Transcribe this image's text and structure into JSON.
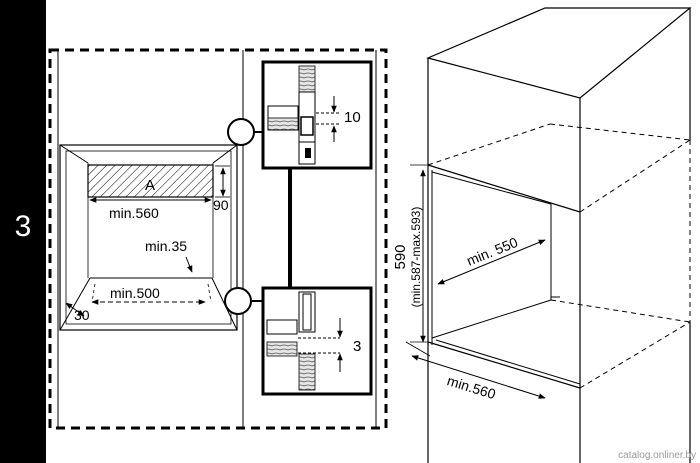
{
  "step": {
    "number": "3"
  },
  "left_view": {
    "cutout_label": "A",
    "width_label": "min.560",
    "height_label": "90",
    "depth_label": "min.35",
    "bottom_label": "min.500",
    "side_label": "30"
  },
  "detail_top": {
    "gap_label": "10"
  },
  "detail_bottom": {
    "gap_label": "3"
  },
  "right_view": {
    "height_label": "590",
    "height_range_label": "(min.587-max.593)",
    "depth_label": "min. 550",
    "width_label": "min.560"
  },
  "watermark": "catalog.onliner.by"
}
